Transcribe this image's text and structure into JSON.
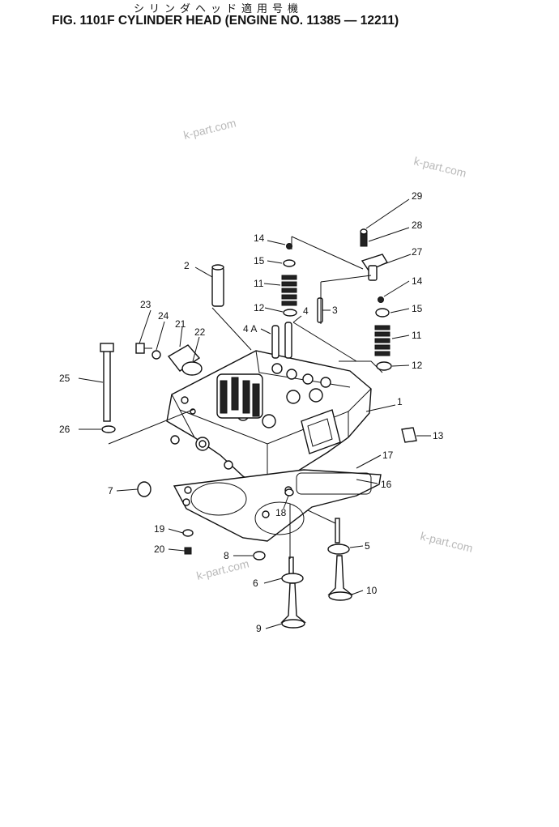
{
  "header": {
    "subtitle_jp": "シリンダヘッド適用号機",
    "title": "FIG. 1101F  CYLINDER HEAD (ENGINE NO. 11385 — 12211)"
  },
  "watermark": "k-part.com",
  "callouts": [
    "1",
    "2",
    "3",
    "4",
    "4 A",
    "5",
    "6",
    "7",
    "8",
    "9",
    "10",
    "11",
    "11",
    "12",
    "12",
    "13",
    "14",
    "14",
    "15",
    "15",
    "16",
    "17",
    "18",
    "19",
    "20",
    "21",
    "22",
    "23",
    "24",
    "25",
    "26",
    "27",
    "28",
    "29"
  ]
}
